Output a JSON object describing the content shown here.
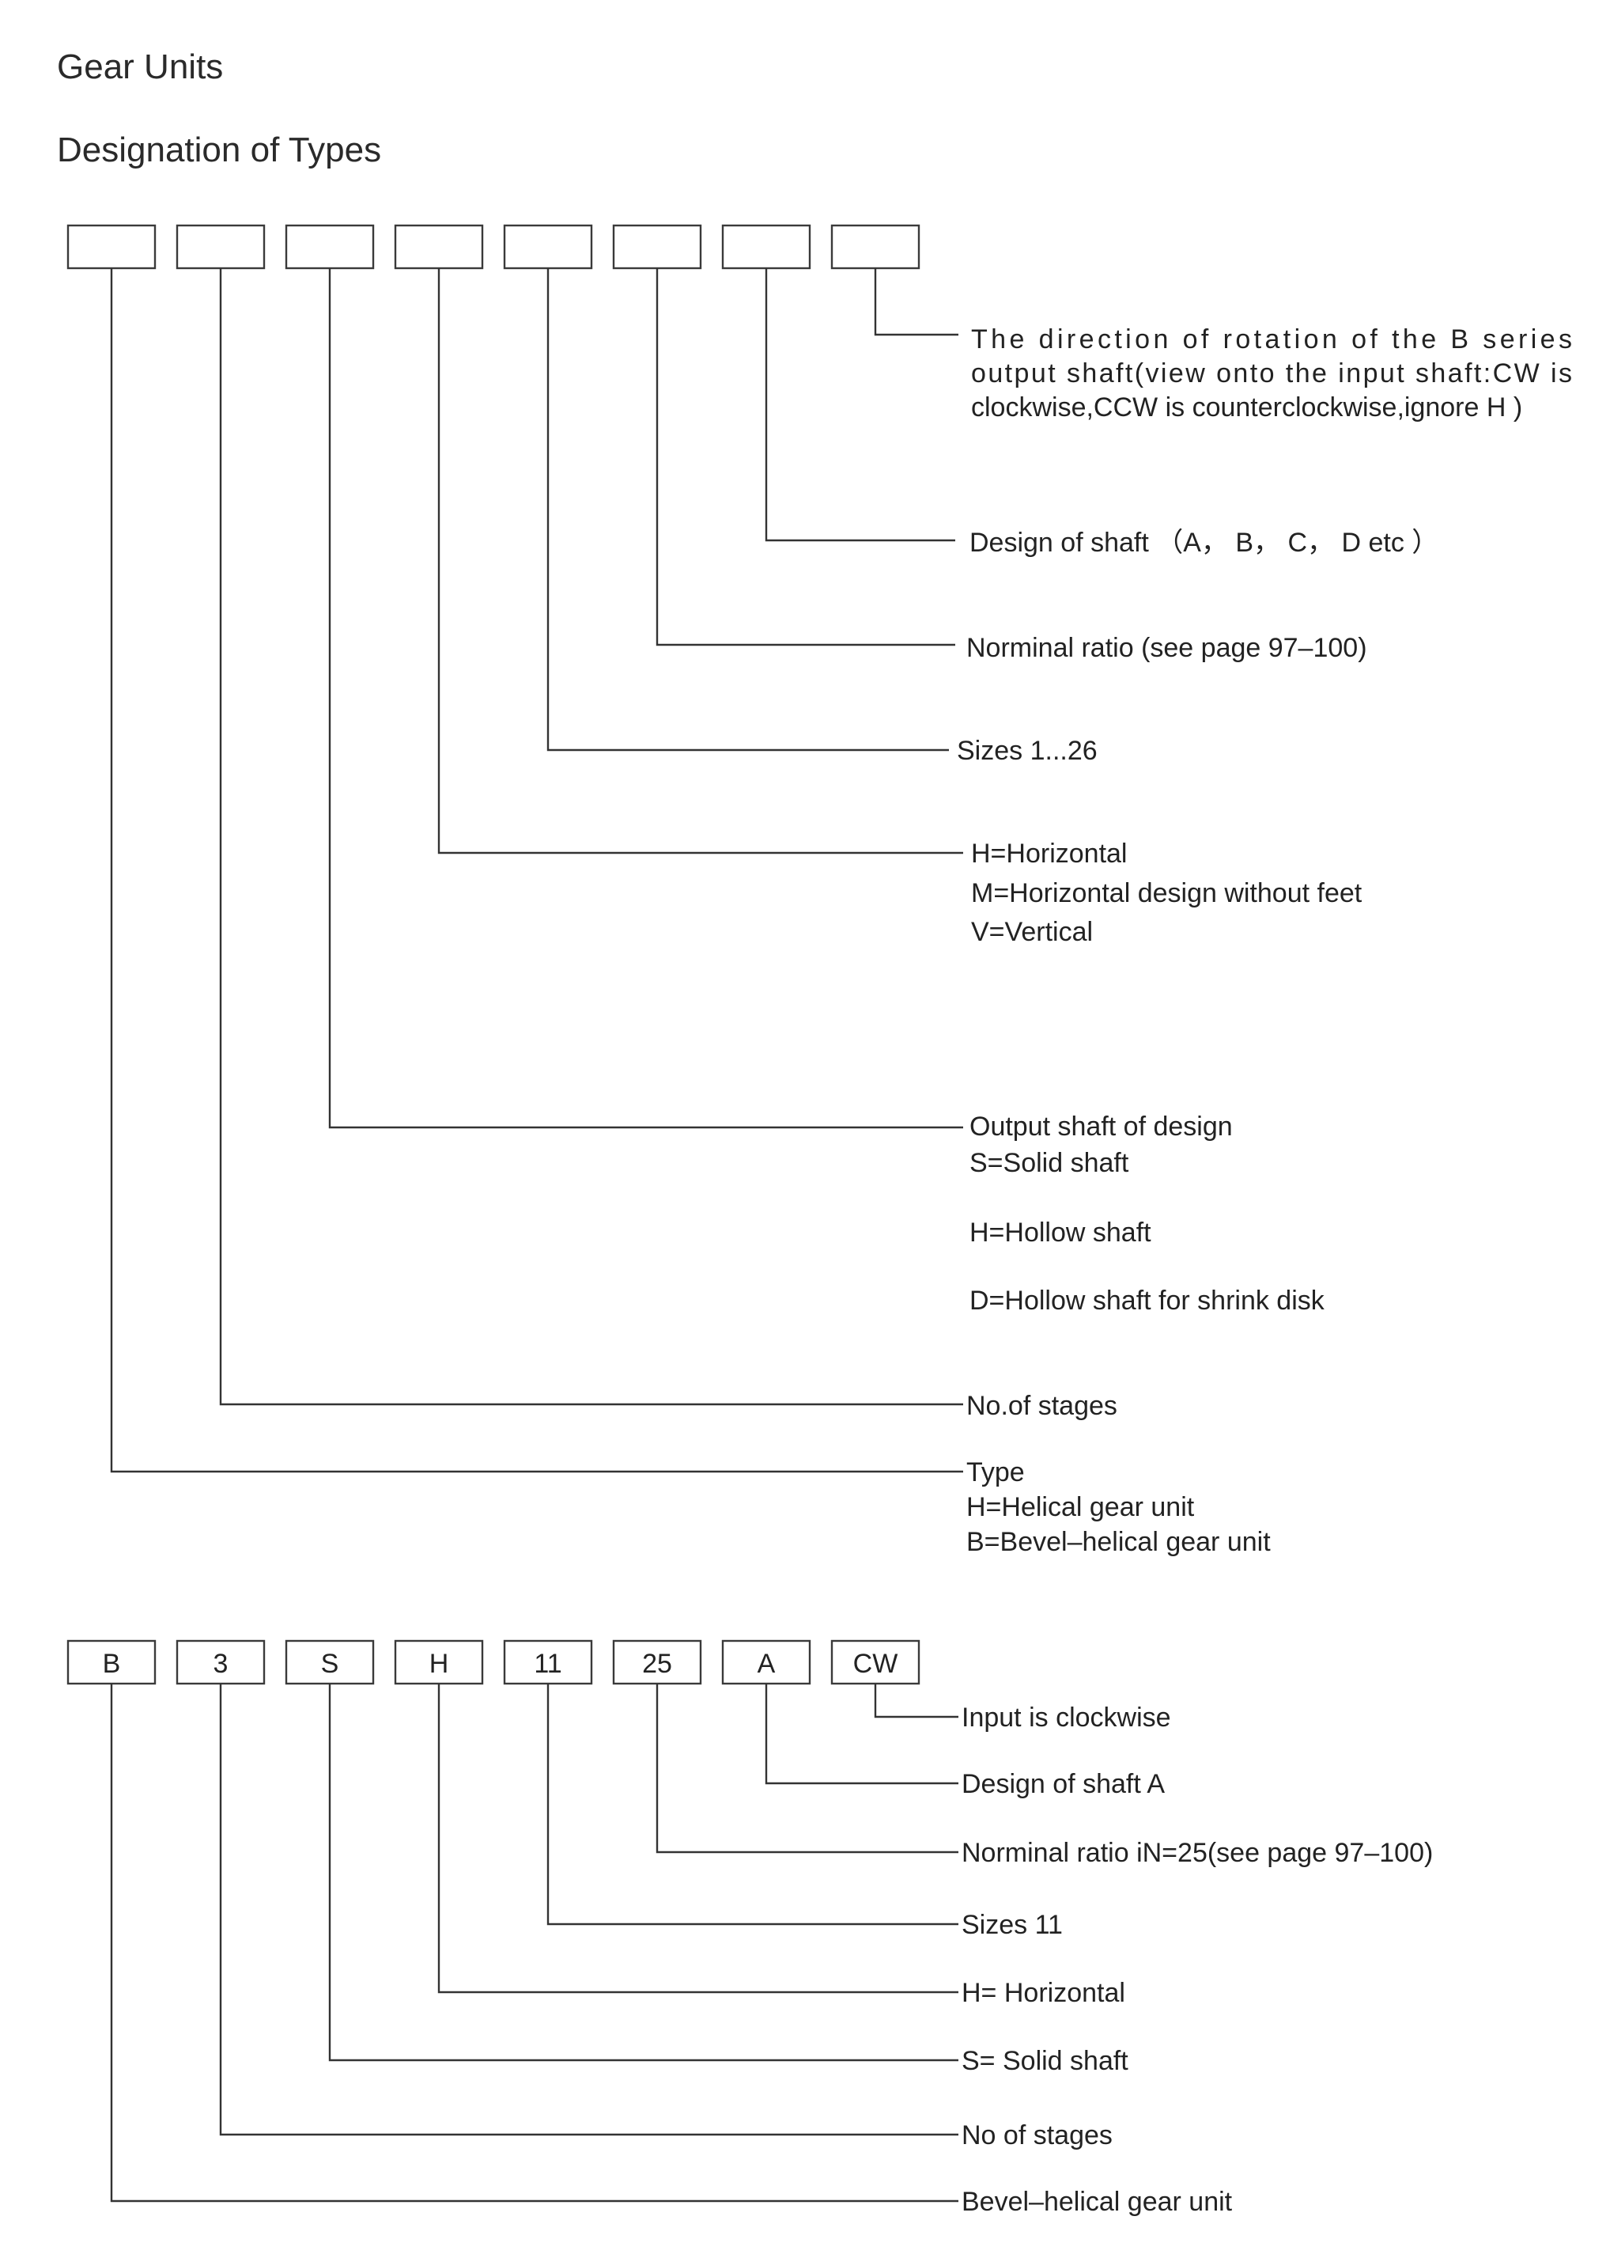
{
  "header": {
    "title": "Gear Units",
    "subtitle": "Designation of Types"
  },
  "scheme": {
    "boxes": [
      "",
      "",
      "",
      "",
      "",
      "",
      "",
      ""
    ],
    "descriptions": [
      {
        "lines": [
          "Type",
          "H=Helical gear unit",
          "B=Bevel–helical gear unit"
        ]
      },
      {
        "lines": [
          "No.of stages"
        ]
      },
      {
        "lines": [
          "Output shaft of design",
          "S=Solid shaft",
          "H=Hollow shaft",
          "D=Hollow shaft for shrink disk"
        ]
      },
      {
        "lines": [
          "H=Horizontal",
          "M=Horizontal design without feet",
          "V=Vertical"
        ]
      },
      {
        "lines": [
          "Sizes   1...26"
        ]
      },
      {
        "lines": [
          "Norminal ratio (see page 97–100)"
        ]
      },
      {
        "lines": [
          "Design of shaft （A， B， C， D etc ）"
        ]
      },
      {
        "lines": [
          "The direction of rotation of the B series",
          "output shaft(view onto the input shaft:CW is",
          "clockwise,CCW is counterclockwise,ignore H )"
        ]
      }
    ]
  },
  "example": {
    "boxes": [
      "B",
      "3",
      "S",
      "H",
      "11",
      "25",
      "A",
      "CW"
    ],
    "descriptions": [
      "Bevel–helical gear unit",
      "No of stages",
      "S= Solid shaft",
      "H= Horizontal",
      "Sizes  11",
      "Norminal ratio iN=25(see page 97–100)",
      "Design of shaft A",
      "Input is clockwise"
    ]
  }
}
